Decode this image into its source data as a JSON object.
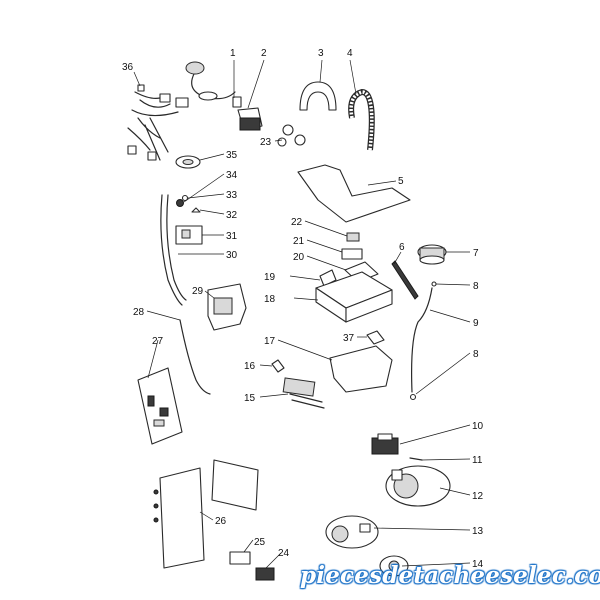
{
  "labels": [
    "1",
    "2",
    "3",
    "4",
    "5",
    "6",
    "7",
    "8",
    "9",
    "10",
    "11",
    "12",
    "13",
    "14",
    "15",
    "16",
    "17",
    "18",
    "19",
    "20",
    "21",
    "22",
    "23",
    "24",
    "25",
    "26",
    "27",
    "28",
    "29",
    "30",
    "31",
    "32",
    "33",
    "34",
    "35",
    "36",
    "37"
  ],
  "watermark": "piecesdetacheeselec.com",
  "colors": {
    "line": "#2a2a2a",
    "shade": "#d9d9d9",
    "watermark": "#1e73c8"
  }
}
